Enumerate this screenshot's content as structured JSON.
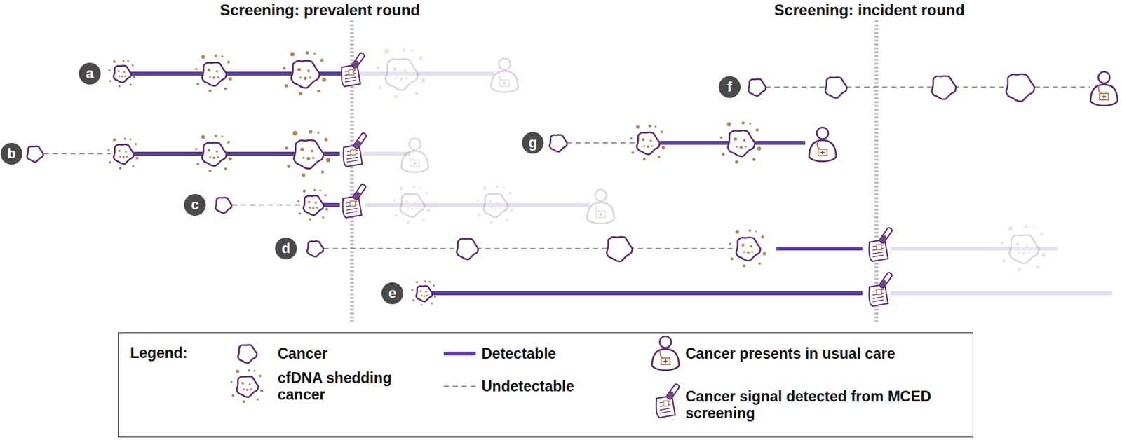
{
  "diagram": {
    "nodes": [
      {
        "text": [
          "a"
        ]
      },
      {
        "text": [
          "b"
        ]
      },
      {
        "text": [
          "c"
        ]
      },
      {
        "text": [
          "d"
        ]
      },
      {
        "text": [
          "e"
        ]
      },
      {
        "text": [
          "f"
        ]
      },
      {
        "text": [
          "g"
        ]
      },
      {
        "text": [
          "Legend:"
        ]
      }
    ],
    "labels": [
      "Screening: prevalent round",
      "Screening: incident round"
    ],
    "legend": [
      {
        "text": "Cancer"
      },
      {
        "text": "cfDNA shedding cancer"
      },
      {
        "text": "Detectable"
      },
      {
        "text": "Undetectable"
      },
      {
        "text": "Cancer presents in usual care"
      },
      {
        "text": "Cancer signal detected from MCED screening"
      }
    ]
  }
}
